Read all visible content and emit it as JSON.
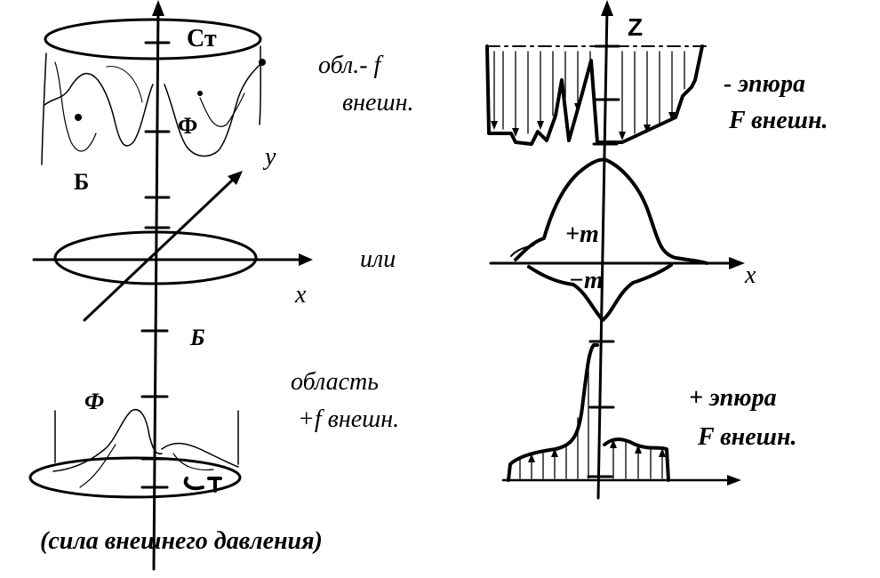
{
  "left": {
    "label_st_top": "Ст",
    "label_f_top": "Ф",
    "label_b_top": "Б",
    "label_y": "y",
    "label_x": "x",
    "label_b_mid": "Б",
    "label_f_bottom": "Ф",
    "label_st_bottom": "Ст"
  },
  "middle": {
    "text_minus_region_line1": "обл.- f",
    "text_minus_region_line2": "внешн.",
    "text_or": "или",
    "text_plus_region_line1": "область",
    "text_plus_region_line2": "+f внешн."
  },
  "right": {
    "label_z": "Z",
    "label_x": "x",
    "label_plus_m": "+m",
    "label_minus_m": "−m",
    "text_minus_epure_line1": "- эпюра",
    "text_minus_epure_line2": "F внешн.",
    "text_plus_epure_line1": "+ эпюра",
    "text_plus_epure_line2": "F внешн."
  },
  "caption": "(сила  внешнего  давления)"
}
